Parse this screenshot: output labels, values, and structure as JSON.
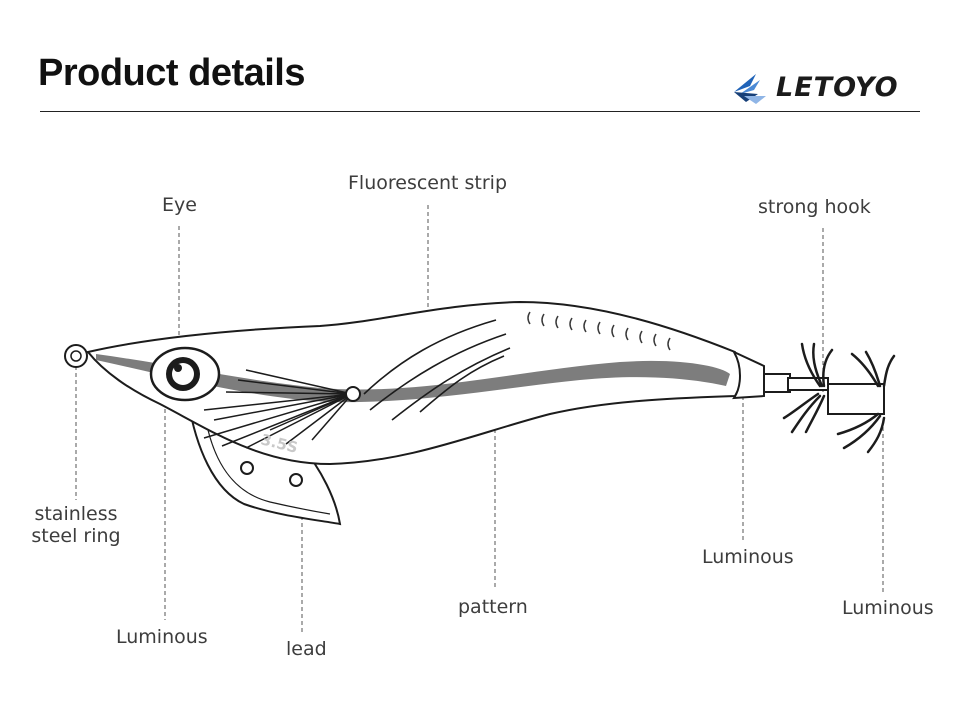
{
  "header": {
    "title": "Product details"
  },
  "brand": {
    "name": "LETOYO"
  },
  "body_marking": "3.5S",
  "labels": {
    "eye": "Eye",
    "fluorescent_strip": "Fluorescent  strip",
    "strong_hook": "strong  hook",
    "stainless_ring_line1": "stainless",
    "stainless_ring_line2": "steel  ring",
    "luminous_bottom_left": "Luminous",
    "lead": "lead",
    "pattern": "pattern",
    "luminous_tail": "Luminous",
    "luminous_hook": "Luminous"
  },
  "colors": {
    "outline": "#1c1c1c",
    "stripe": "#7d7d7d",
    "leader": "#555555",
    "logo_blue": "#1f63b8"
  }
}
